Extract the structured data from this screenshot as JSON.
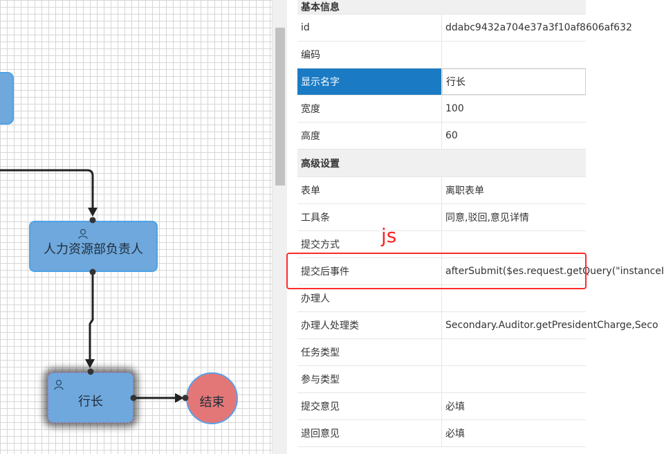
{
  "canvas": {
    "nodes": {
      "hr": {
        "label": "人力资源部负责人"
      },
      "president": {
        "label": "行长"
      },
      "end": {
        "label": "结束"
      }
    }
  },
  "properties": {
    "group_basic": "基本信息",
    "group_advanced": "高级设置",
    "rows": {
      "id": {
        "key": "id",
        "value": "ddabc9432a704e37a3f10af8606af632"
      },
      "code": {
        "key": "编码",
        "value": ""
      },
      "display_name": {
        "key": "显示名字",
        "value": "行长"
      },
      "width": {
        "key": "宽度",
        "value": "100"
      },
      "height": {
        "key": "高度",
        "value": "60"
      },
      "form": {
        "key": "表单",
        "value": "离职表单"
      },
      "toolbar": {
        "key": "工具条",
        "value": "同意,驳回,意见详情"
      },
      "submit_mode": {
        "key": "提交方式",
        "value": ""
      },
      "after_submit": {
        "key": "提交后事件",
        "value": "afterSubmit($es.request.getQuery(\"instanceI"
      },
      "handler": {
        "key": "办理人",
        "value": ""
      },
      "handler_class": {
        "key": "办理人处理类",
        "value": "Secondary.Auditor.getPresidentCharge,Seco"
      },
      "task_type": {
        "key": "任务类型",
        "value": ""
      },
      "participant_type": {
        "key": "参与类型",
        "value": ""
      },
      "submit_opinion": {
        "key": "提交意见",
        "value": "必填"
      },
      "return_opinion": {
        "key": "退回意见",
        "value": "必填"
      }
    }
  },
  "annotation": {
    "label": "js",
    "color": "#ff2222"
  },
  "colors": {
    "node_fill": "#6fa8dc",
    "node_border": "#4da3e6",
    "end_fill": "#e37777",
    "selected_key": "#1a7bc4"
  }
}
